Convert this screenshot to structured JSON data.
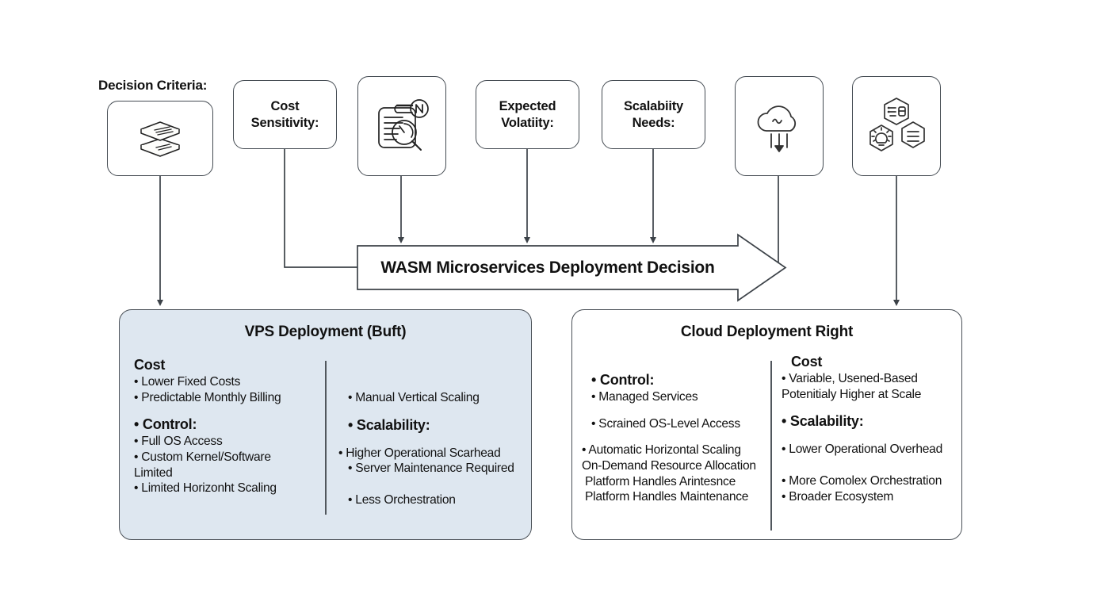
{
  "diagram": {
    "title": "WASM Microservices Deployment Decision",
    "criteria_label": "Decision Criteria:",
    "criteria": [
      {
        "label": "",
        "icon": "stacked-layers-icon"
      },
      {
        "label": "Cost\nSensitivity:",
        "icon": ""
      },
      {
        "label": "",
        "icon": "document-analysis-icon"
      },
      {
        "label": "Expected\nVolatiity:",
        "icon": ""
      },
      {
        "label": "Scalabiity\nNeeds:",
        "icon": ""
      },
      {
        "label": "",
        "icon": "cloud-download-icon"
      },
      {
        "label": "",
        "icon": "hexagon-cluster-icon"
      }
    ],
    "panels": {
      "vps": {
        "title": "VPS Deployment (Buft)",
        "fill": "#dee7f0",
        "left_column": [
          {
            "type": "heading",
            "text": "Cost"
          },
          {
            "type": "bullet",
            "text": "• Lower Fixed Costs"
          },
          {
            "type": "bullet",
            "text": "• Predictable Monthly Billing"
          },
          {
            "type": "heading_bullet",
            "text": "• Control:"
          },
          {
            "type": "bullet",
            "text": "• Full OS Access"
          },
          {
            "type": "bullet",
            "text": "• Custom Kernel/Software\n   Limited"
          },
          {
            "type": "bullet",
            "text": "• Limited Horizonht Scaling"
          }
        ],
        "right_column": [
          {
            "type": "bullet",
            "text": "• Manual Vertical Scaling"
          },
          {
            "type": "heading_bullet",
            "text": "• Scalability:"
          },
          {
            "type": "bullet",
            "text": "• Higher Operational Scarhead"
          },
          {
            "type": "bullet",
            "text": "• Server Maintenance Required"
          },
          {
            "type": "bullet",
            "text": "• Less Orchestration"
          }
        ]
      },
      "cloud": {
        "title": "Cloud Deployment Right",
        "fill": "#ffffff",
        "left_column": [
          {
            "type": "heading_bullet",
            "text": "• Control:"
          },
          {
            "type": "bullet",
            "text": "• Managed Services"
          },
          {
            "type": "bullet",
            "text": "• Scrained OS-Level Access"
          },
          {
            "type": "bullet",
            "text": "• Automatic Horizontal Scaling"
          },
          {
            "type": "bullet",
            "text": "On-Demand Resource Allocation"
          },
          {
            "type": "bullet",
            "text": "Platform Handles Arintesnce"
          },
          {
            "type": "bullet",
            "text": "Platform Handles Maintenance"
          }
        ],
        "right_column": [
          {
            "type": "heading",
            "text": "Cost"
          },
          {
            "type": "bullet",
            "text": "• Variable, Usened-Based\n   Potenitialy Higher at Scale"
          },
          {
            "type": "heading_bullet",
            "text": "• Scalability:"
          },
          {
            "type": "bullet",
            "text": "• Lower Operational Overhead"
          },
          {
            "type": "bullet",
            "text": "• More Comolex Orchestration"
          },
          {
            "type": "bullet",
            "text": "• Broader Ecosystem"
          }
        ]
      }
    },
    "colors": {
      "stroke": "#444b52",
      "panel_fill_left": "#dee7f0",
      "background": "#ffffff"
    }
  }
}
